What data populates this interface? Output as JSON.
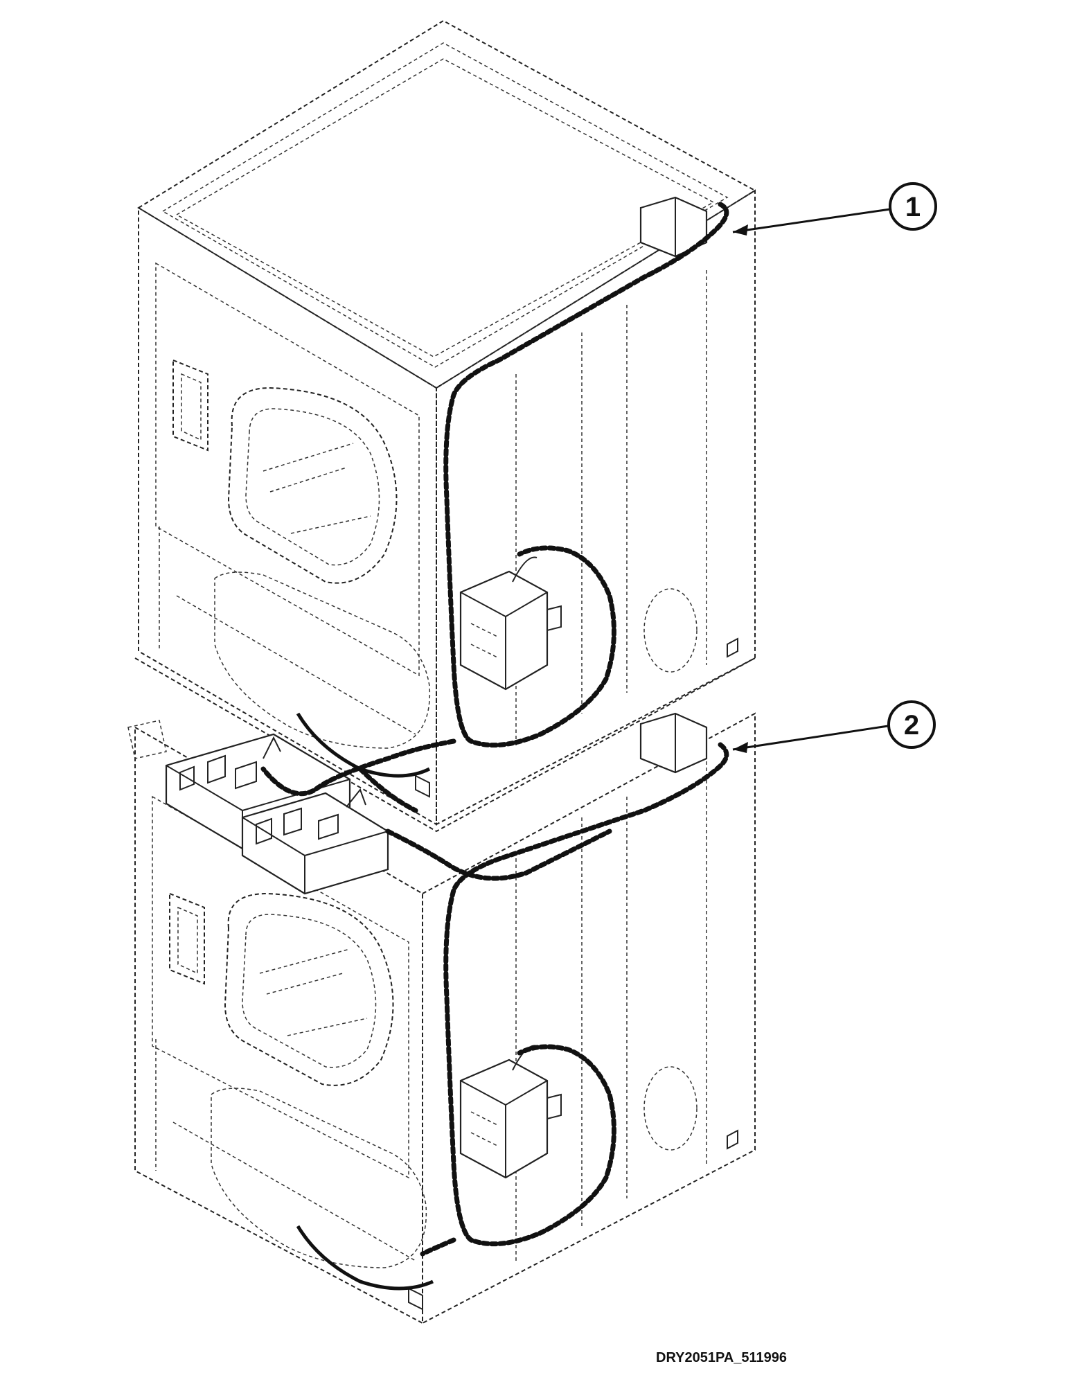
{
  "diagram": {
    "type": "exploded-parts-illustration",
    "subject": "stacked dryer units",
    "callouts": [
      {
        "label": "1"
      },
      {
        "label": "2"
      }
    ],
    "figure_id": "DRY2051PA_511996"
  }
}
